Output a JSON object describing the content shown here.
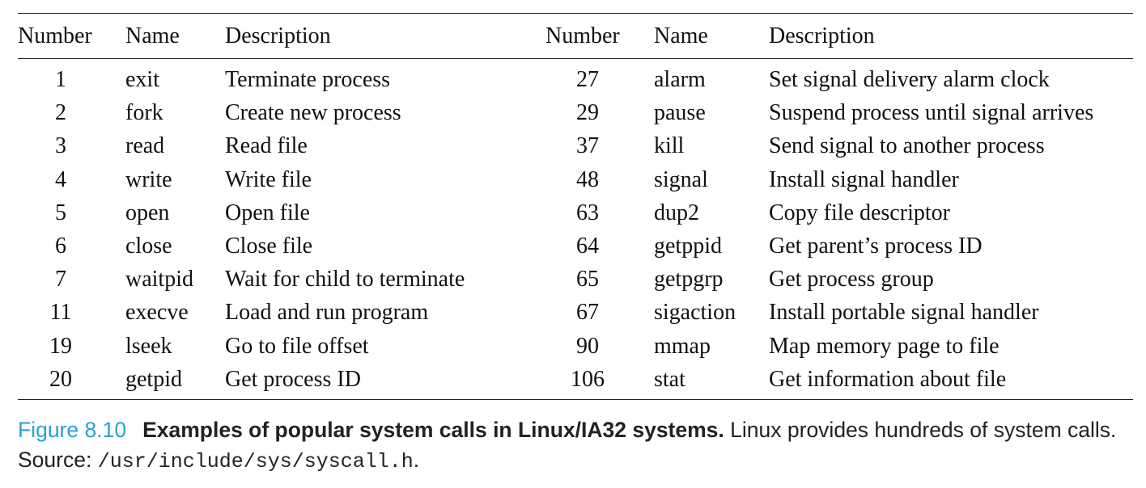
{
  "table": {
    "headers": {
      "number": "Number",
      "name": "Name",
      "description": "Description"
    },
    "left_rows": [
      {
        "number": "1",
        "name": "exit",
        "description": "Terminate process"
      },
      {
        "number": "2",
        "name": "fork",
        "description": "Create new process"
      },
      {
        "number": "3",
        "name": "read",
        "description": "Read file"
      },
      {
        "number": "4",
        "name": "write",
        "description": "Write file"
      },
      {
        "number": "5",
        "name": "open",
        "description": "Open file"
      },
      {
        "number": "6",
        "name": "close",
        "description": "Close file"
      },
      {
        "number": "7",
        "name": "waitpid",
        "description": "Wait for child to terminate"
      },
      {
        "number": "11",
        "name": "execve",
        "description": "Load and run program"
      },
      {
        "number": "19",
        "name": "lseek",
        "description": "Go to file offset"
      },
      {
        "number": "20",
        "name": "getpid",
        "description": "Get process ID"
      }
    ],
    "right_rows": [
      {
        "number": "27",
        "name": "alarm",
        "description": "Set signal delivery alarm clock"
      },
      {
        "number": "29",
        "name": "pause",
        "description": "Suspend process until signal arrives"
      },
      {
        "number": "37",
        "name": "kill",
        "description": "Send signal to another process"
      },
      {
        "number": "48",
        "name": "signal",
        "description": "Install signal handler"
      },
      {
        "number": "63",
        "name": "dup2",
        "description": "Copy file descriptor"
      },
      {
        "number": "64",
        "name": "getppid",
        "description": "Get parent’s process ID"
      },
      {
        "number": "65",
        "name": "getpgrp",
        "description": "Get process group"
      },
      {
        "number": "67",
        "name": "sigaction",
        "description": "Install portable signal handler"
      },
      {
        "number": "90",
        "name": "mmap",
        "description": "Map memory page to file"
      },
      {
        "number": "106",
        "name": "stat",
        "description": "Get information about file"
      }
    ]
  },
  "caption": {
    "label": "Figure 8.10",
    "title": "Examples of popular system calls in Linux/IA32 systems.",
    "text": "Linux provides hundreds of system calls. Source:",
    "source": "/usr/include/sys/syscall.h",
    "end": "."
  },
  "colors": {
    "figure_label": "#2a9fd6",
    "text": "#111111"
  }
}
